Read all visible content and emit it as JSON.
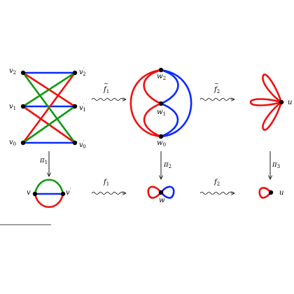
{
  "colors": {
    "blue": "#0a2bff",
    "red": "#ee1111",
    "green": "#119911",
    "black": "#000000"
  },
  "labels": {
    "v2": "v",
    "v2_sub": "2",
    "v1": "v",
    "v1_sub": "1",
    "v0": "v",
    "v0_sub": "0",
    "v2p": "v",
    "v2p_sub": "2",
    "v1p": "v",
    "v1p_sub": "1",
    "v0p": "v",
    "v0p_sub": "0",
    "w2": "w",
    "w2_sub": "2",
    "w1": "w",
    "w1_sub": "1",
    "w0": "w",
    "w0_sub": "0",
    "u_top": "u",
    "v_bottom": "v",
    "vp_bottom": "v",
    "w_bottom": "w",
    "u_bottom": "u",
    "f1_tilde": "f",
    "f1_tilde_sub": "1",
    "f2_tilde": "f",
    "f2_tilde_sub": "2",
    "f1": "f",
    "f1_sub": "1",
    "f2": "f",
    "f2_sub": "2",
    "pi1": "π",
    "pi1_sub": "1",
    "pi2": "π",
    "pi2_sub": "2",
    "pi3": "π",
    "pi3_sub": "3"
  }
}
